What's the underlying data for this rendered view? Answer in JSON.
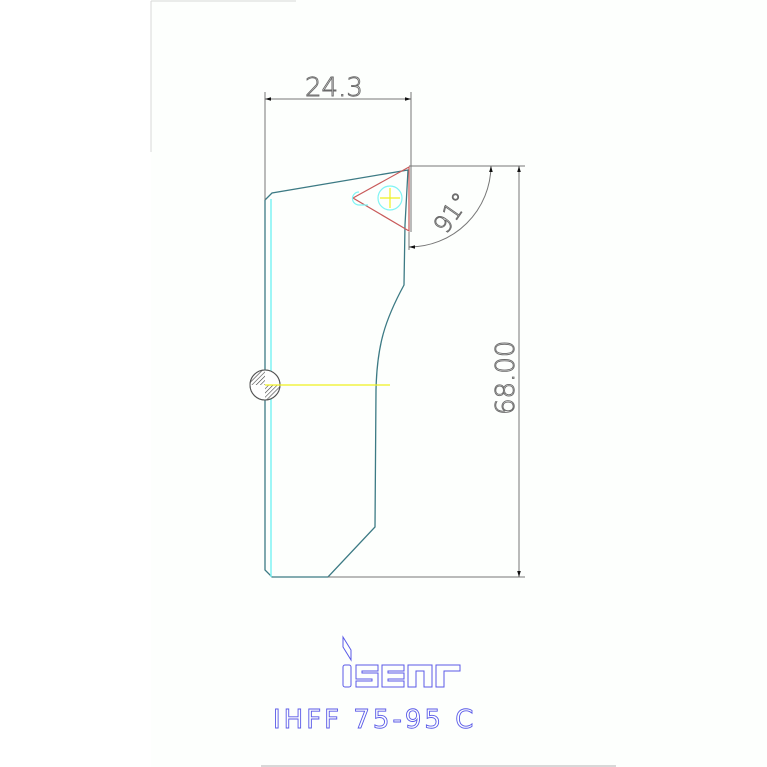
{
  "drawing": {
    "type": "technical-drawing",
    "dimensions": {
      "width": "24.3",
      "height": "68.00",
      "angle": "91°"
    },
    "brand_logo": "iscar",
    "part_number": "IHFF 75-95 C",
    "colors": {
      "background": "#fdfffd",
      "outline": "#3c7a84",
      "centerline_cyan": "#7ff4f4",
      "insert_red": "#c85a5a",
      "yellow": "#f0f020",
      "dimension": "#6a6a6a",
      "title_blue": "#5a5ae8"
    }
  }
}
